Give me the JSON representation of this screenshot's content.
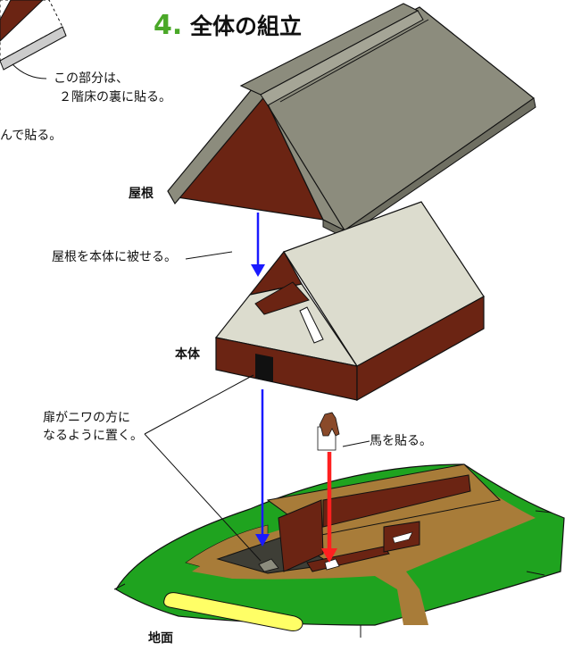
{
  "title": {
    "number": "4.",
    "text": "全体の組立"
  },
  "labels": {
    "under_floor_line1": "この部分は、",
    "under_floor_line2": "２階床の裏に貼る。",
    "fold_paste": "んで貼る。",
    "roof": "屋根",
    "roof_instruction": "屋根を本体に被せる。",
    "body": "本体",
    "door_line1": "扉がニワの方に",
    "door_line2": "なるように置く。",
    "horse": "馬を貼る。",
    "ground": "地面"
  },
  "colors": {
    "title_number": "#4aa828",
    "roof_gray": "#8c8c7d",
    "roof_brown": "#6b2413",
    "body_cream": "#dcdcce",
    "wall_brown": "#6b2413",
    "grass_green": "#1fa31f",
    "soil_brown": "#a87c39",
    "arrow_blue": "#1a1aff",
    "arrow_red": "#ff2020",
    "label_yellow": "#ffff66"
  }
}
